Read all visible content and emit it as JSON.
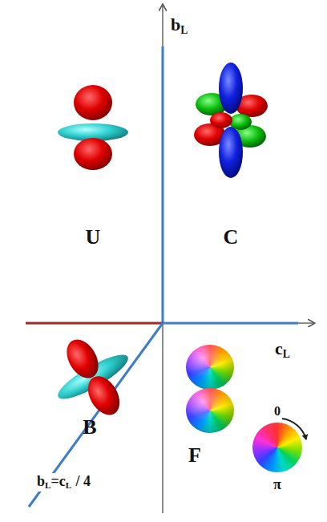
{
  "diagram": {
    "labels": [
      "b",
      "L",
      "c",
      "L",
      "U",
      "C",
      "B",
      "F",
      "b",
      "L",
      "=c",
      "L",
      "/ 4",
      "0",
      "π"
    ]
  }
}
